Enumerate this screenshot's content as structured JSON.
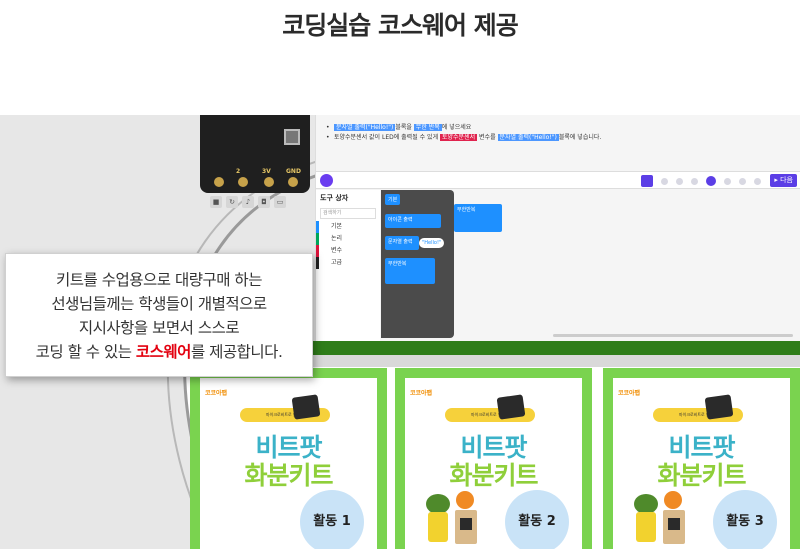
{
  "page": {
    "title": "코딩실습 코스웨어 제공"
  },
  "editor": {
    "instructions": [
      {
        "parts": [
          "문자열 출력(\"Hello!\")",
          "블록을 ",
          "무한 반복",
          "에 넣으세요"
        ]
      },
      {
        "parts": [
          "토양수분센서 값이 LED에 출력될 수 있게 ",
          "토양수분센서",
          " 변수를 ",
          "문자열 출력(\"Hello!\")",
          "블록에 넣습니다."
        ]
      }
    ],
    "next_label": "다음",
    "toolbox": {
      "title": "도구 상자",
      "search_placeholder": "검색하기",
      "items": [
        {
          "label": "기본",
          "icon": "grid-icon"
        },
        {
          "label": "논리",
          "icon": "shuffle-icon"
        },
        {
          "label": "변수",
          "icon": "list-icon"
        },
        {
          "label": "고급",
          "icon": "chevron-down-icon"
        }
      ]
    },
    "flyout": {
      "header": "기본",
      "blocks": [
        "아이콘 출력",
        "문자열 출력",
        "\"Hello!\"",
        "무한반복"
      ]
    },
    "canvas_block": "무한반복",
    "board_pins": [
      "2",
      "3V",
      "GND"
    ]
  },
  "callout": {
    "line1": "키트를 수업용으로 대량구매 하는",
    "line2": "선생님들께는 학생들이 개별적으로",
    "line3": "지시사항을 보면서 스스로",
    "line4_prefix": "코딩 할 수 있는 ",
    "line4_highlight": "코스웨어",
    "line4_suffix": "를 제공합니다."
  },
  "cards": [
    {
      "logo": "코코아팹",
      "pill": "마이크로비트로 만드는",
      "title1": "비트팟",
      "title2": "화분키트",
      "badge": "활동 1"
    },
    {
      "logo": "코코아팹",
      "pill": "마이크로비트로 만드는",
      "title1": "비트팟",
      "title2": "화분키트",
      "badge": "활동 2"
    },
    {
      "logo": "코코아팹",
      "pill": "마이크로비트로 만드는",
      "title1": "비트팟",
      "title2": "화분키트",
      "badge": "활동 3"
    }
  ],
  "colors": {
    "accent_purple": "#5b3ee6",
    "card_green": "#7ad34f",
    "highlight_red": "#e3000f",
    "block_blue": "#1e90ff"
  }
}
